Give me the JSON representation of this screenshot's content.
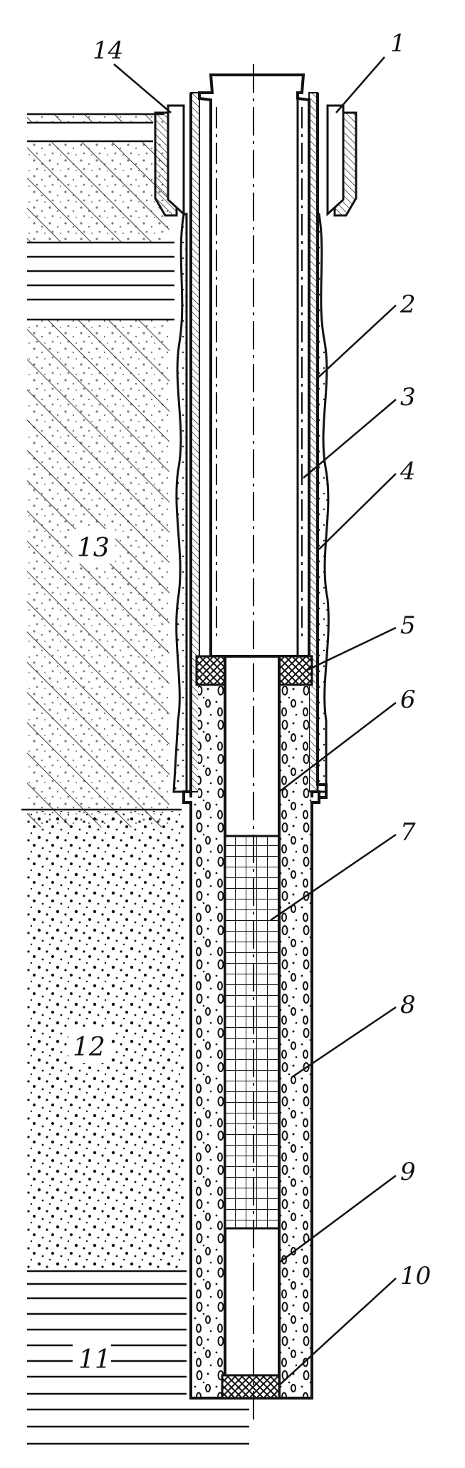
{
  "callouts": [
    "1",
    "2",
    "3",
    "4",
    "5",
    "6",
    "7",
    "8",
    "9",
    "10",
    "14"
  ],
  "zones": [
    "11",
    "12",
    "13"
  ],
  "colors": {
    "ink": "#111111",
    "paper": "#ffffff"
  }
}
